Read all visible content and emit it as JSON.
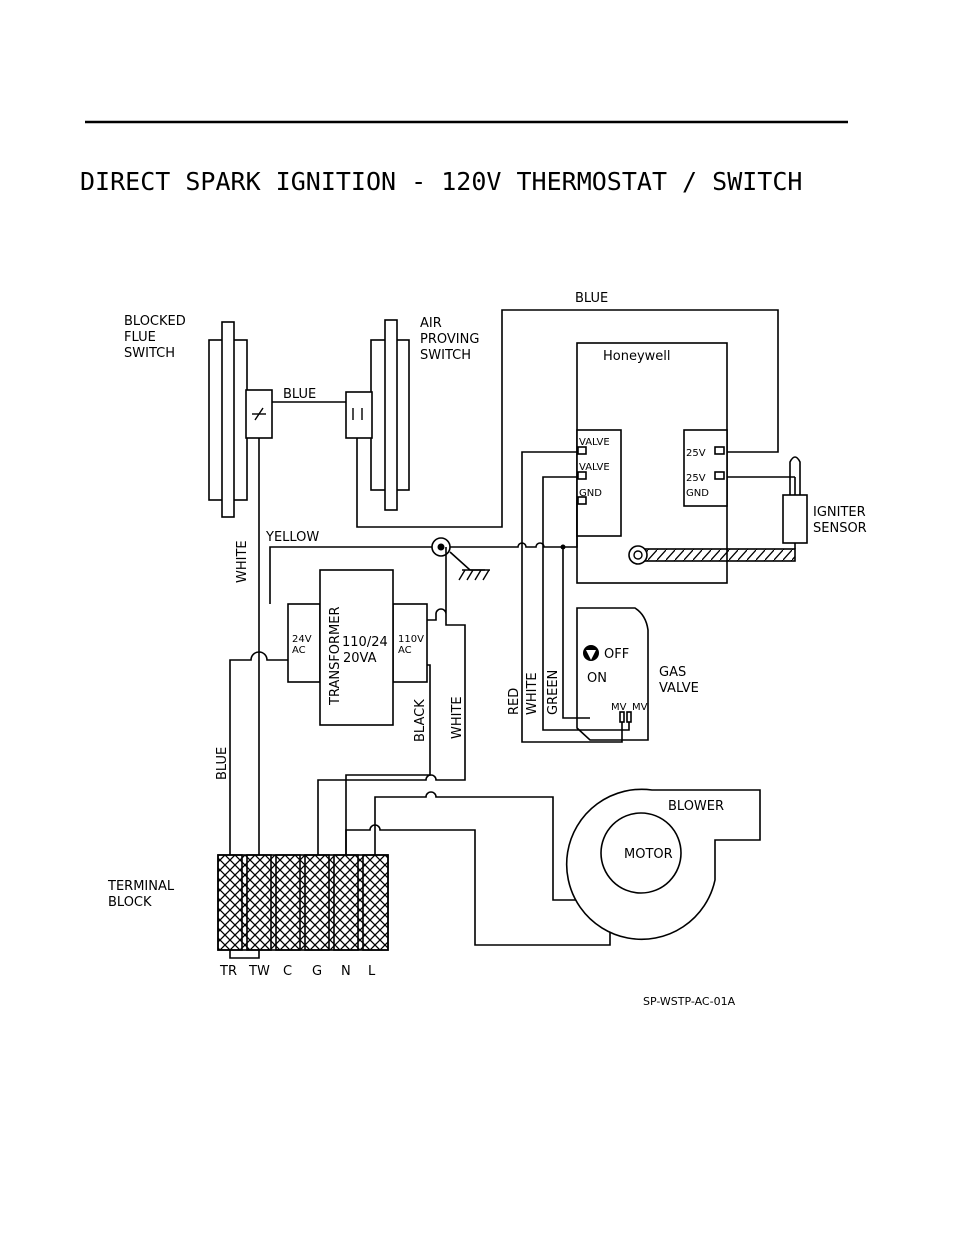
{
  "title": "DIRECT SPARK IGNITION - 120V THERMOSTAT / SWITCH",
  "labels": {
    "blocked_flue_switch": [
      "BLOCKED",
      "FLUE",
      "SWITCH"
    ],
    "air_proving_switch": [
      "AIR",
      "PROVING",
      "SWITCH"
    ],
    "honeywell": "Honeywell",
    "igniter_sensor": [
      "IGNITER",
      "SENSOR"
    ],
    "transformer": "TRANSFORMER",
    "transformer_rating": [
      "110/24",
      "20VA"
    ],
    "ac24": [
      "24V",
      "AC"
    ],
    "ac110": [
      "110V",
      "AC"
    ],
    "gas_valve": [
      "GAS",
      "VALVE"
    ],
    "gas_valve_off": "OFF",
    "gas_valve_on": "ON",
    "mv1": "MV",
    "mv2": "MV",
    "blower": "BLOWER",
    "motor": "MOTOR",
    "terminal_block": [
      "TERMINAL",
      "BLOCK"
    ],
    "terminals": [
      "TR",
      "TW",
      "C",
      "G",
      "N",
      "L"
    ],
    "control_terminals": [
      "VALVE",
      "VALVE",
      "GND"
    ],
    "spark_terminals": [
      "25V",
      "25V",
      "GND"
    ],
    "wire_labels": {
      "blue_top": "BLUE",
      "blue_mid": "BLUE",
      "blue_left": "BLUE",
      "white_left": "WHITE",
      "yellow": "YELLOW",
      "black": "BLACK",
      "white_mid": "WHITE",
      "red": "RED",
      "white_gv": "WHITE",
      "green": "GREEN"
    },
    "part_number": "SP-WSTP-AC-01A"
  }
}
